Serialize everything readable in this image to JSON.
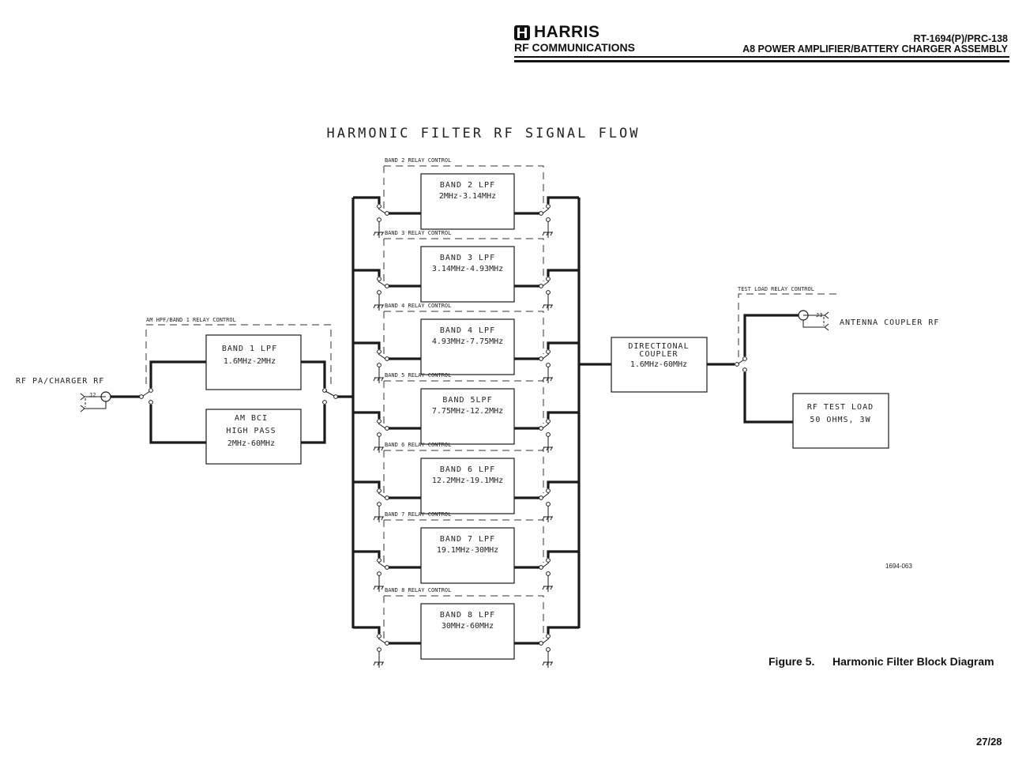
{
  "header": {
    "company": "HARRIS",
    "division": "RF COMMUNICATIONS",
    "model": "RT-1694(P)/PRC-138",
    "assembly": "A8 POWER AMPLIFIER/BATTERY CHARGER ASSEMBLY",
    "logo_icon": "harris-logo-icon"
  },
  "diagram": {
    "title": "HARMONIC FILTER RF SIGNAL FLOW",
    "input": {
      "label": "RF PA/CHARGER RF",
      "connector": "J2"
    },
    "output": {
      "label": "ANTENNA COUPLER RF",
      "connector": "J3"
    },
    "front_stage": {
      "relay_label": "AM HPF/BAND 1 RELAY CONTROL",
      "blocks": [
        {
          "lines": [
            "BAND 1 LPF",
            "1.6MHz-2MHz"
          ]
        },
        {
          "lines": [
            "AM BCI",
            "HIGH PASS",
            "2MHz-60MHz"
          ]
        }
      ]
    },
    "bands": [
      {
        "relay_label": "BAND 2 RELAY CONTROL",
        "name": "BAND 2 LPF",
        "range": "2MHz-3.14MHz"
      },
      {
        "relay_label": "BAND 3 RELAY CONTROL",
        "name": "BAND 3 LPF",
        "range": "3.14MHz-4.93MHz"
      },
      {
        "relay_label": "BAND 4 RELAY CONTROL",
        "name": "BAND 4 LPF",
        "range": "4.93MHz-7.75MHz"
      },
      {
        "relay_label": "BAND 5 RELAY CONTROL",
        "name": "BAND 5LPF",
        "range": "7.75MHz-12.2MHz"
      },
      {
        "relay_label": "BAND 6 RELAY CONTROL",
        "name": "BAND 6 LPF",
        "range": "12.2MHz-19.1MHz"
      },
      {
        "relay_label": "BAND 7 RELAY CONTROL",
        "name": "BAND 7 LPF",
        "range": "19.1MHz-30MHz"
      },
      {
        "relay_label": "BAND 8 RELAY CONTROL",
        "name": "BAND 8 LPF",
        "range": "30MHz-60MHz"
      }
    ],
    "coupler": {
      "lines": [
        "DIRECTIONAL",
        "COUPLER",
        "1.6MHz-60MHz"
      ]
    },
    "test_load": {
      "relay_label": "TEST LOAD RELAY CONTROL",
      "lines": [
        "RF TEST LOAD",
        "50 OHMS,  3W"
      ]
    }
  },
  "drawing_id": "1694-063",
  "figure": {
    "number": "Figure 5.",
    "title": "Harmonic Filter Block Diagram"
  },
  "page": "27/28"
}
